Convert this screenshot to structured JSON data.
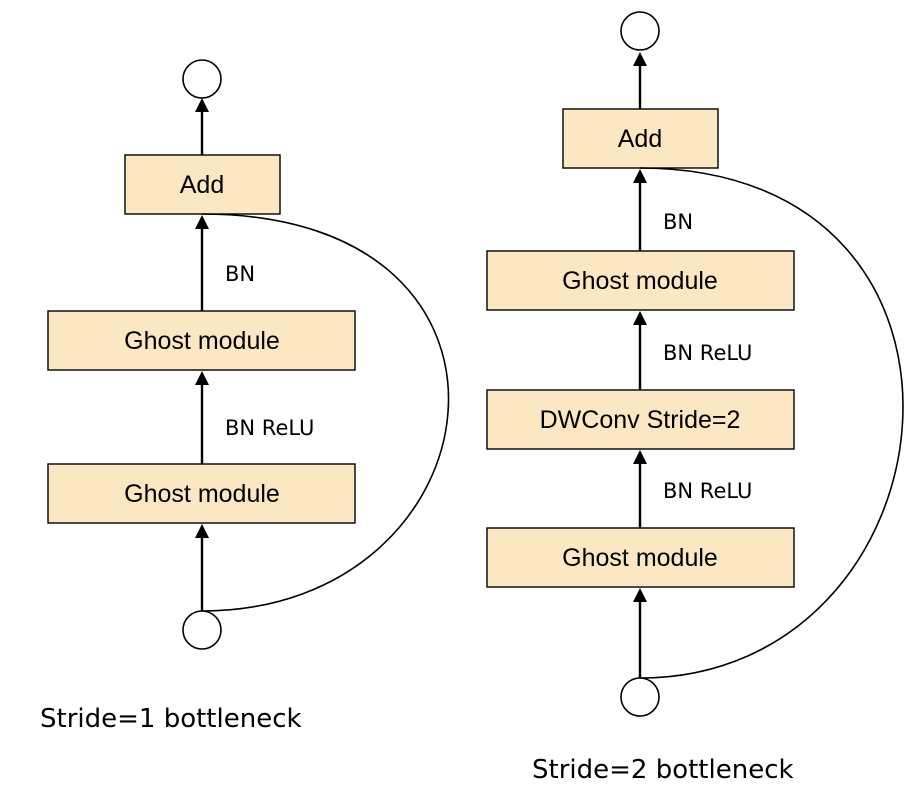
{
  "left": {
    "add_label": "Add",
    "ghost_top_label": "Ghost module",
    "ghost_bottom_label": "Ghost module",
    "edge_bn": "BN",
    "edge_bn_relu": "BN ReLU",
    "caption": "Stride=1 bottleneck"
  },
  "right": {
    "add_label": "Add",
    "ghost_top_label": "Ghost module",
    "dwconv_label": "DWConv Stride=2",
    "ghost_bottom_label": "Ghost module",
    "edge_bn": "BN",
    "edge_bn_relu_upper": "BN ReLU",
    "edge_bn_relu_lower": "BN ReLU",
    "caption": "Stride=2 bottleneck"
  },
  "colors": {
    "box_fill": "#fbe8c2",
    "stroke": "#000000"
  }
}
